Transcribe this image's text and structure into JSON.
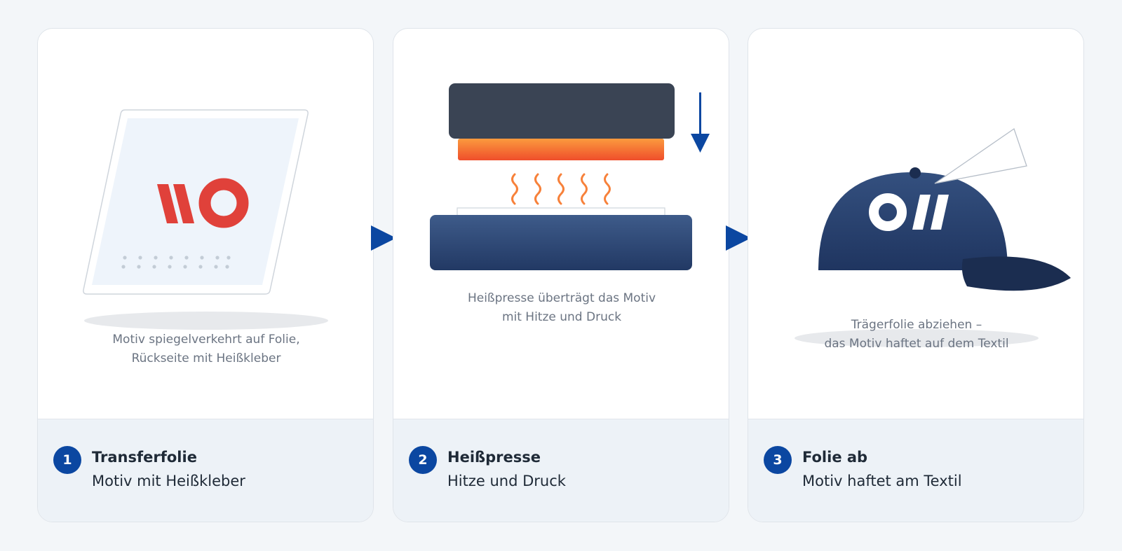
{
  "colors": {
    "accent": "#0b47a1",
    "logo_red": "#e0413a",
    "navy": "#2b4574",
    "heat_orange": "#f7813a",
    "press_dark": "#3a4454"
  },
  "steps": [
    {
      "number": "1",
      "title": "Transferfolie",
      "subtitle": "Motiv mit Heißkleber",
      "caption_line1": "Motiv spiegelverkehrt auf Folie,",
      "caption_line2": "Rückseite mit Heißkleber",
      "logo_text": "IIO"
    },
    {
      "number": "2",
      "title": "Heißpresse",
      "subtitle": "Hitze und Druck",
      "caption_line1": "Heißpresse überträgt das Motiv",
      "caption_line2": "mit Hitze und Druck"
    },
    {
      "number": "3",
      "title": "Folie ab",
      "subtitle": "Motiv haftet am Textil",
      "caption_line1": "Trägerfolie abziehen –",
      "caption_line2": "das Motiv haftet auf dem Textil",
      "logo_text": "OII"
    }
  ]
}
